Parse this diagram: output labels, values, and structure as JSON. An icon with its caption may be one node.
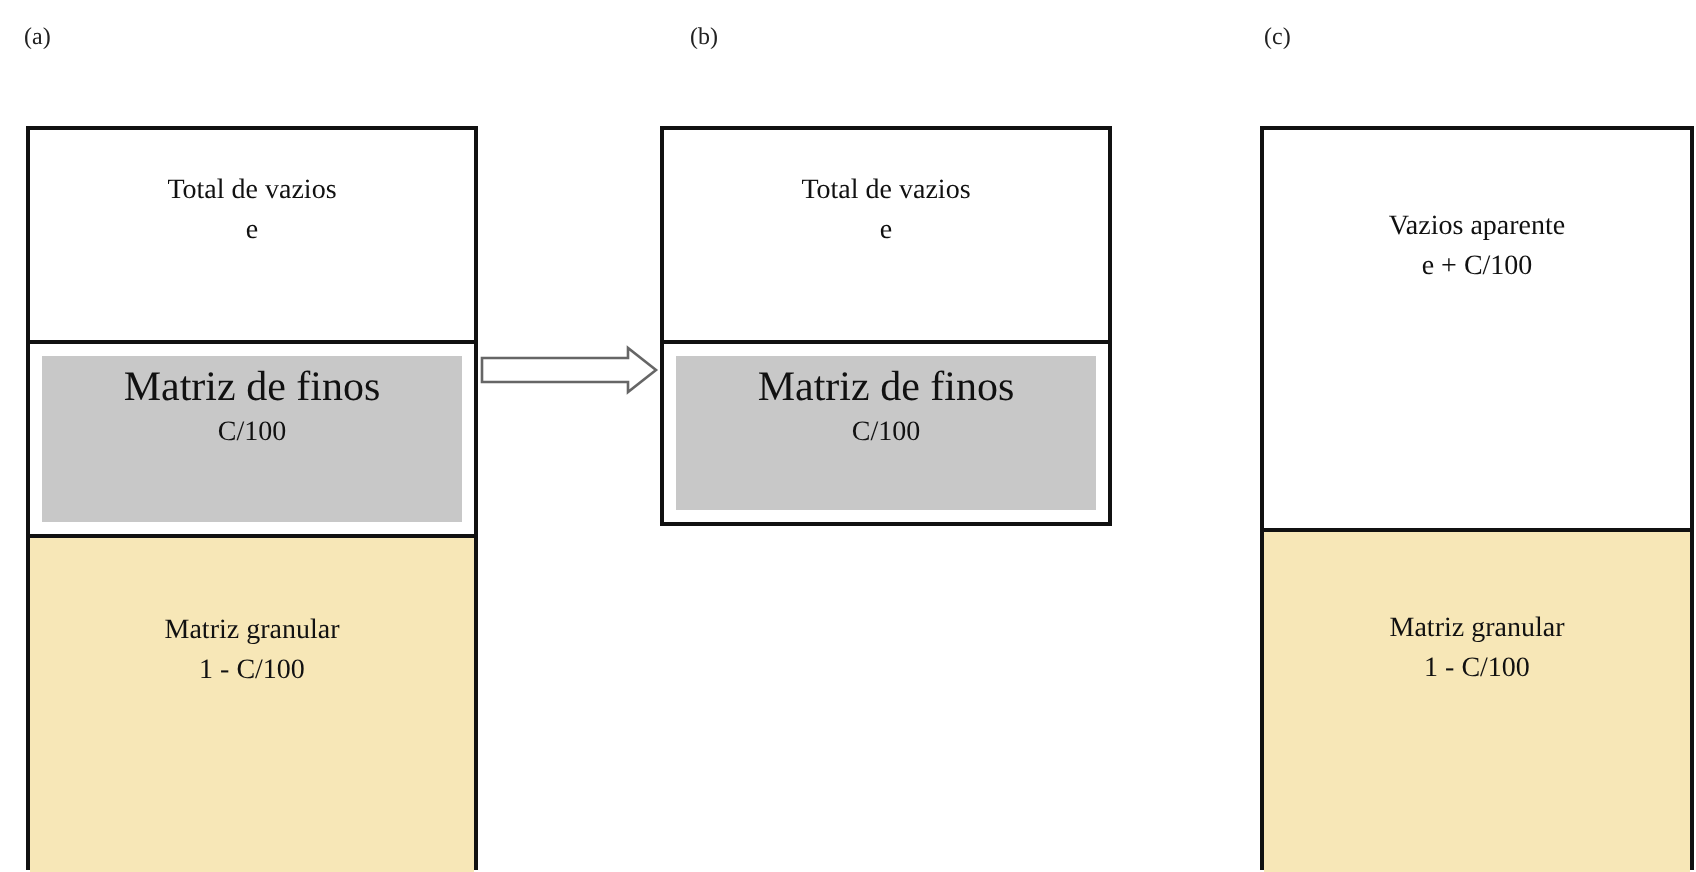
{
  "diagram": {
    "nodes": [
      {
        "text": [],
        "shape": "box",
        "beside": [
          "(a)"
        ]
      },
      {
        "text": [
          "Total de vazios",
          "e"
        ],
        "in": 0
      },
      {
        "text": [
          "Matriz de finos",
          "C/100"
        ],
        "in": 0
      },
      {
        "text": [
          "Matriz granular",
          "1 - C/100"
        ],
        "in": 0
      },
      {
        "text": [],
        "shape": "box",
        "beside": [
          "(b)"
        ]
      },
      {
        "text": [
          "Total de vazios",
          "e"
        ],
        "in": 4
      },
      {
        "text": [
          "Matriz de finos",
          "C/100"
        ],
        "in": 4
      },
      {
        "text": [],
        "shape": "box",
        "beside": [
          "(c)"
        ]
      },
      {
        "text": [
          "Vazios aparente",
          "e + C/100"
        ],
        "in": 7
      },
      {
        "text": [
          "Matriz granular",
          "1 - C/100"
        ],
        "in": 7
      }
    ],
    "edges": [
      {
        "from": 0,
        "to": 4,
        "arrow": "to"
      }
    ]
  }
}
